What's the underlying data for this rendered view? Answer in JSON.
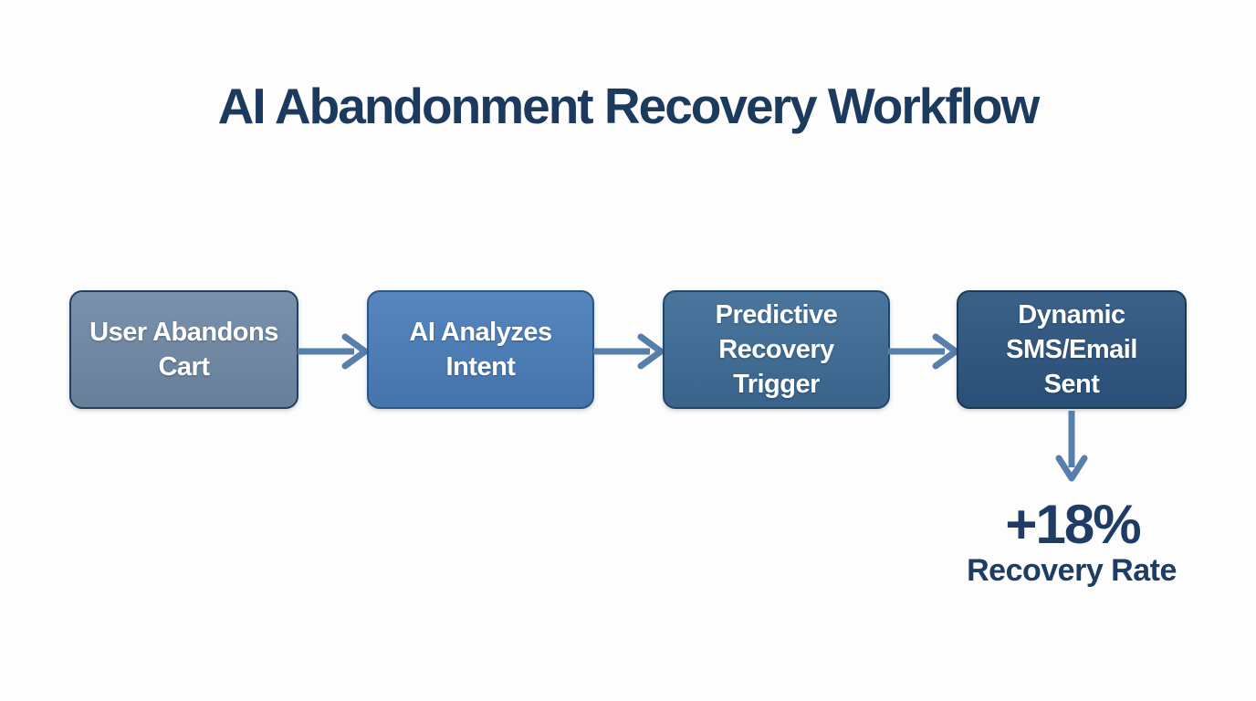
{
  "title": "AI Abandonment Recovery Workflow",
  "workflow": {
    "nodes": [
      {
        "id": "user-abandons-cart",
        "label": "User Abandons\nCart",
        "fill": "#7089a6",
        "border": "#23405e"
      },
      {
        "id": "ai-analyzes-intent",
        "label": "AI Analyzes\nIntent",
        "fill": "#4a7dba",
        "border": "#2b5585"
      },
      {
        "id": "predictive-recovery-trigger",
        "label": "Predictive\nRecovery\nTrigger",
        "fill": "#3d6b96",
        "border": "#234769"
      },
      {
        "id": "dynamic-sms-email-sent",
        "label": "Dynamic\nSMS/Email\nSent",
        "fill": "#2d5580",
        "border": "#1b3854"
      }
    ],
    "result": {
      "value": "+18%",
      "label": "Recovery Rate"
    }
  },
  "colors": {
    "background": "#fdfdfd",
    "title_text": "#1b3a5e",
    "arrow": "#567fac",
    "node_text": "#ffffff",
    "result_text": "#1e3c64"
  }
}
